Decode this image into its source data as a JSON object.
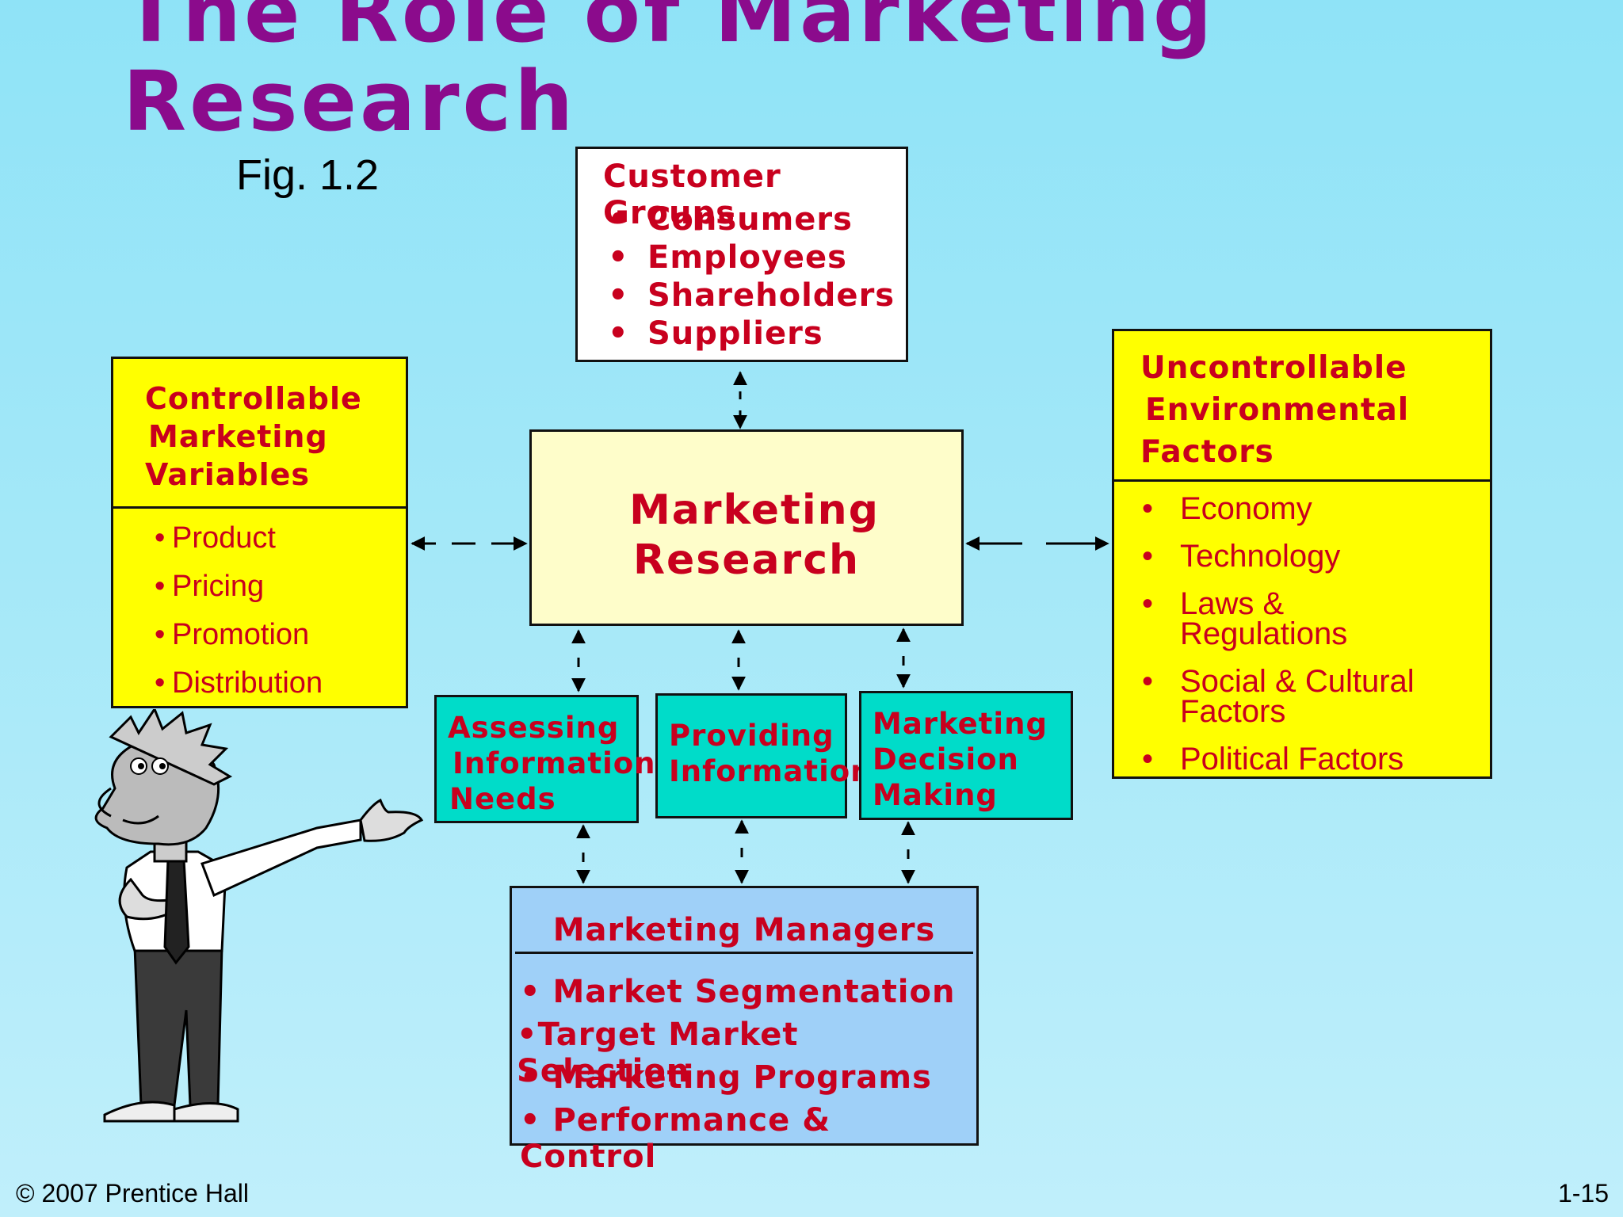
{
  "title": {
    "line1": "The Role of Marketing",
    "line2": "Research"
  },
  "figure_label": "Fig. 1.2",
  "customer_groups": {
    "heading": "Customer Groups",
    "items": [
      "Consumers",
      "Employees",
      "Shareholders",
      "Suppliers"
    ]
  },
  "controllable": {
    "heading_lines": [
      "Controllable",
      "Marketing",
      "Variables"
    ],
    "items": [
      "Product",
      "Pricing",
      "Promotion",
      "Distribution"
    ]
  },
  "uncontrollable": {
    "heading_lines": [
      "Uncontrollable",
      "Environmental",
      "Factors"
    ],
    "items": [
      [
        "Economy"
      ],
      [
        "Technology"
      ],
      [
        "Laws &",
        "Regulations"
      ],
      [
        "Social & Cultural",
        "Factors"
      ],
      [
        "Political Factors"
      ]
    ]
  },
  "marketing_research": {
    "lines": [
      "Marketing",
      "Research"
    ]
  },
  "assessing": {
    "lines": [
      "Assessing",
      "Information",
      "Needs"
    ]
  },
  "providing": {
    "lines": [
      "Providing",
      "Information"
    ]
  },
  "decision": {
    "lines": [
      "Marketing",
      "Decision",
      "Making"
    ]
  },
  "managers": {
    "heading": "Marketing Managers",
    "items": [
      "• Market Segmentation",
      "•Target Market Selection",
      "• Marketing Programs",
      "• Performance & Control"
    ]
  },
  "footer": {
    "copyright": "© 2007 Prentice Hall",
    "slide_number": "1-15"
  },
  "colors": {
    "title": "#8b0b8c",
    "text_red": "#c8001e",
    "yellow": "#ffff00",
    "teal": "#00dcc9",
    "managers": "#9fd0f8",
    "research": "#fefdca"
  }
}
